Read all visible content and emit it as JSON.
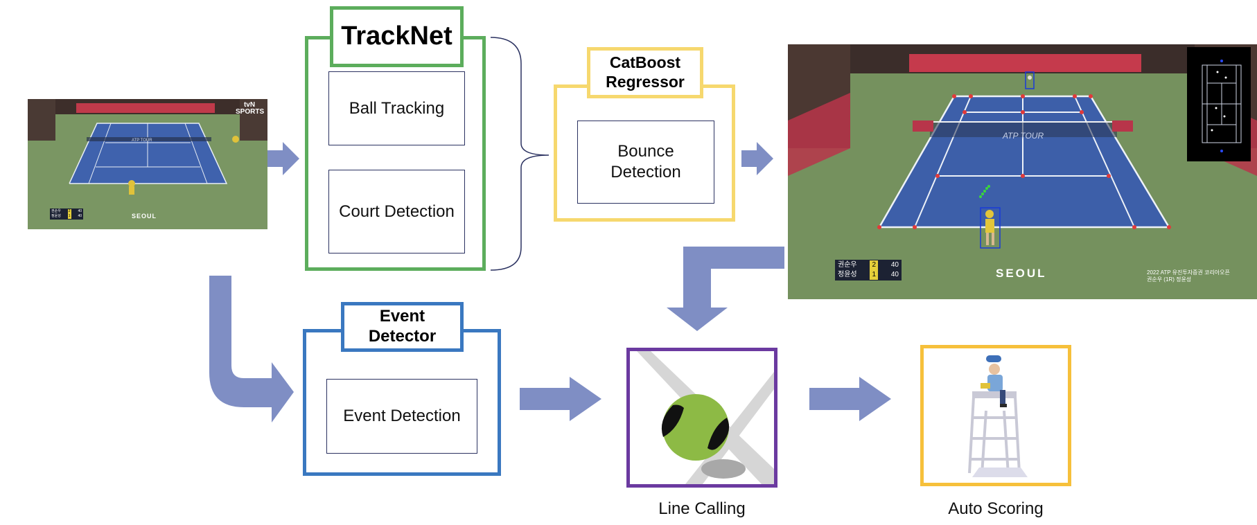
{
  "colors": {
    "tracknet": "#5cad5c",
    "catboost": "#f6d86e",
    "event": "#3a78c0",
    "line_calling": "#6b3aa0",
    "auto_scoring": "#f6c03b",
    "arrow": "#7f8ec4",
    "brace": "#2a3160"
  },
  "tracknet": {
    "title": "TrackNet",
    "ball_tracking": "Ball Tracking",
    "court_detection": "Court Detection"
  },
  "catboost": {
    "title_line1": "CatBoost",
    "title_line2": "Regressor",
    "bounce_line1": "Bounce",
    "bounce_line2": "Detection"
  },
  "event_detector": {
    "title_line1": "Event",
    "title_line2": "Detector",
    "event_detection": "Event Detection"
  },
  "line_calling": {
    "label": "Line Calling"
  },
  "auto_scoring": {
    "label": "Auto Scoring"
  },
  "input_frame": {
    "broadcaster": "tvN SPORTS",
    "venue": "SEOUL",
    "court_text": "ATP TOUR",
    "score_rows": [
      {
        "name": "권순우",
        "set": "2",
        "game": "40"
      },
      {
        "name": "정윤성",
        "set": "1",
        "game": "40"
      }
    ]
  },
  "output_frame": {
    "venue": "SEOUL",
    "court_text": "ATP TOUR",
    "footer_line1": "2022 ATP 유진투자증권 코리아오픈",
    "footer_line2": "권순우 (1R) 정윤성",
    "score_rows": [
      {
        "name": "권순우",
        "set": "2",
        "game": "40"
      },
      {
        "name": "정윤성",
        "set": "1",
        "game": "40"
      }
    ]
  }
}
